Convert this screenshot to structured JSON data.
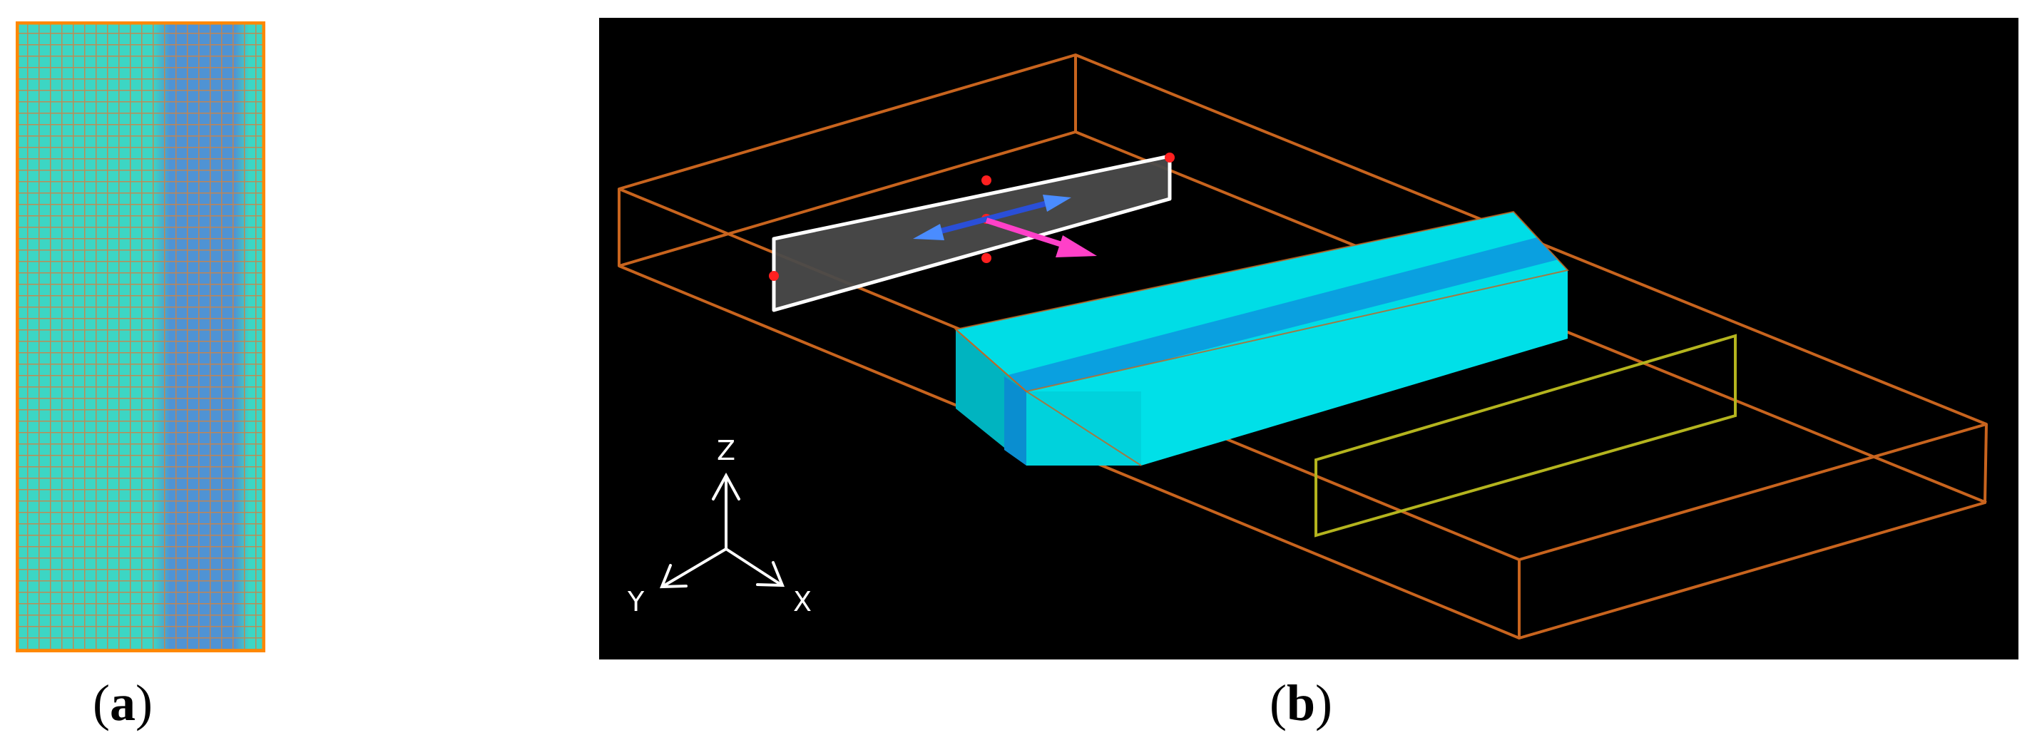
{
  "panels": {
    "a": {
      "label": "a",
      "open": "(",
      "close": ")"
    },
    "b": {
      "label": "b",
      "open": "(",
      "close": ")"
    }
  },
  "axes": {
    "z": "Z",
    "y": "Y",
    "x": "X"
  },
  "colors": {
    "background_b": "#000000",
    "domain_box": "#c8641e",
    "slab_top": "#00e0e6",
    "slab_stripe": "#0aa0e0",
    "slab_front": "#00b4c0",
    "monitor_box": "#b4b41e",
    "port_plane": "#4a4a4a",
    "port_frame": "#ffffff",
    "port_marker": "#ff2020",
    "arrow_blue": "#3070ff",
    "arrow_magenta": "#ff30c0",
    "grid_cyan": "#40d8c8",
    "grid_blue": "#4a90d8",
    "grid_line": "#d08040",
    "grid_border": "#ff8800"
  }
}
